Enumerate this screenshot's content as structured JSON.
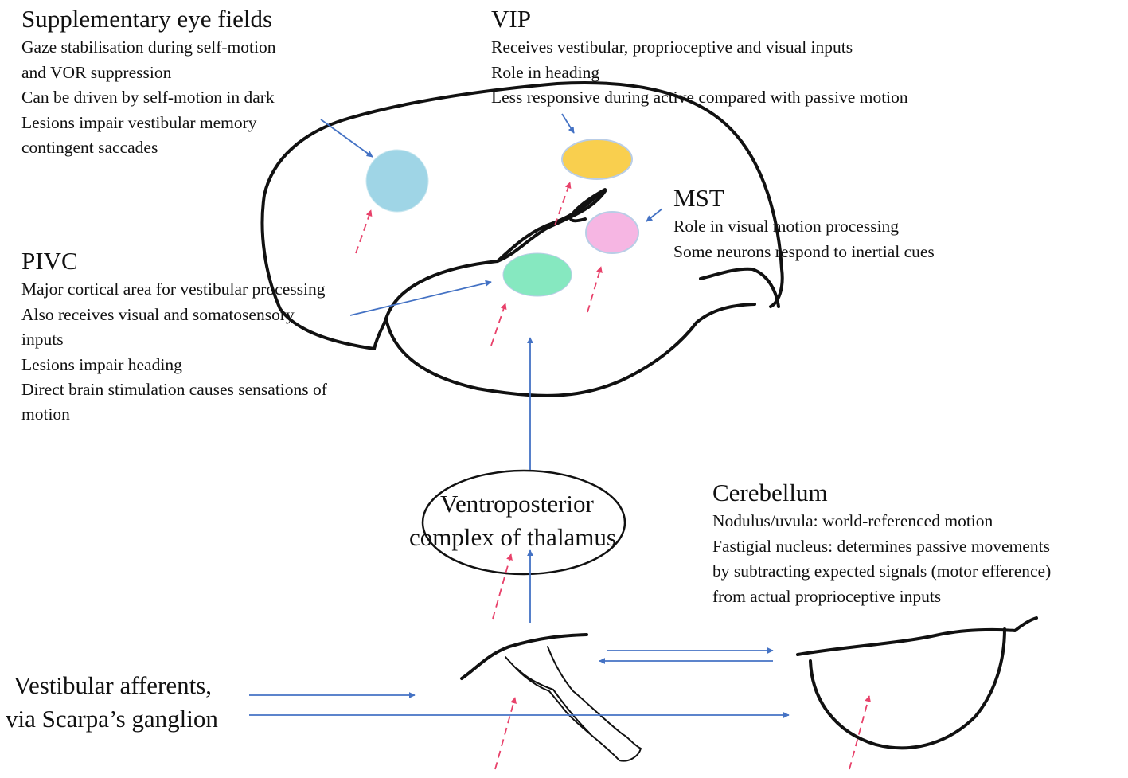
{
  "sef": {
    "title": "Supplementary eye fields",
    "lines": [
      "Gaze stabilisation during self-motion",
      "and VOR suppression",
      "Can be driven by self-motion in dark",
      "Lesions impair vestibular memory",
      "contingent saccades"
    ]
  },
  "vip": {
    "title": "VIP",
    "lines": [
      "Receives vestibular, proprioceptive and visual inputs",
      "Role in heading",
      "Less responsive during active compared with passive motion"
    ]
  },
  "mst": {
    "title": "MST",
    "lines": [
      "Role in visual motion processing",
      "Some neurons respond to inertial cues"
    ]
  },
  "pivc": {
    "title": "PIVC",
    "lines": [
      "Major cortical area for vestibular processing",
      "Also receives visual and somatosensory",
      "inputs",
      "Lesions impair heading",
      "Direct brain stimulation causes sensations of",
      "motion"
    ]
  },
  "thalamus": {
    "line1": "Ventroposterior",
    "line2": "complex of thalamus"
  },
  "cerebellum": {
    "title": "Cerebellum",
    "lines": [
      "Nodulus/uvula: world-referenced motion",
      "Fastigial nucleus: determines passive movements",
      "by subtracting expected signals (motor efference)",
      "from actual proprioceptive inputs"
    ]
  },
  "afferents": {
    "line1": "Vestibular afferents,",
    "line2": "via Scarpa’s ganglion"
  },
  "colors": {
    "sef_area": "#9fd5e6",
    "vip_area": "#f9cf4e",
    "mst_area": "#f6b6e3",
    "pivc_area": "#86e8c0",
    "blue_arrow": "#4472c4",
    "red_arrow": "#e8416a"
  }
}
